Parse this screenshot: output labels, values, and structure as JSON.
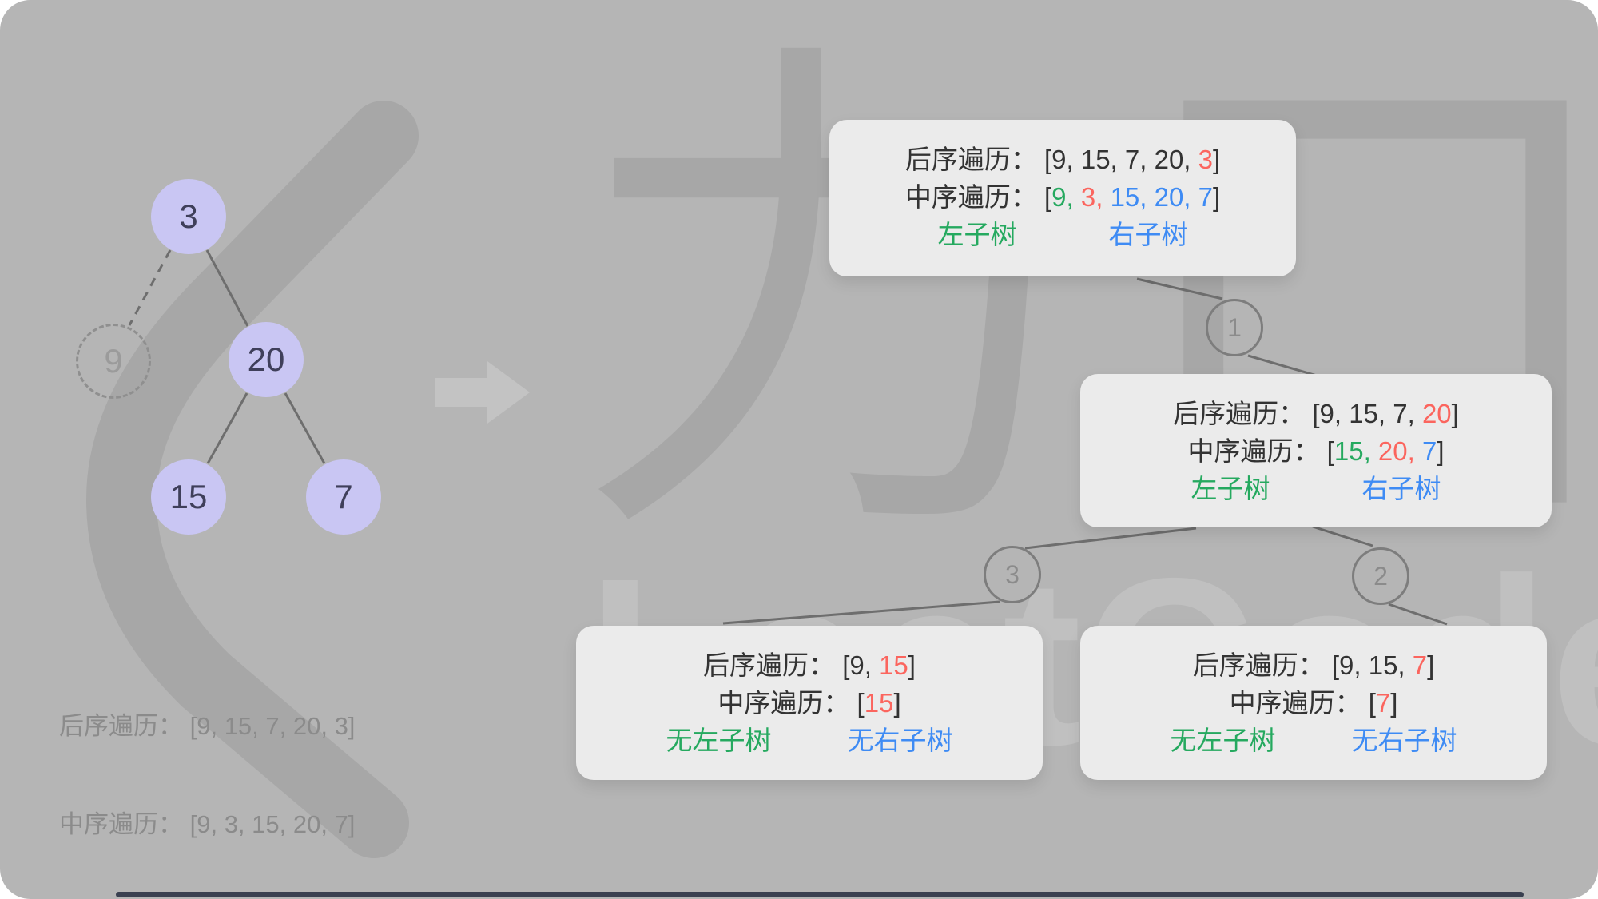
{
  "colors": {
    "bg": "#b5b5b5",
    "cardBg": "#ebebeb",
    "wm": "#a7a7a7",
    "wmLight": "#c0c0c0",
    "arrow": "#c3c3c3",
    "line": "#6e6e6e",
    "circleBorder": "#7d7d7d",
    "nodeFill": "#c9c6f3",
    "nodeText": "#3f3f5a",
    "dashBorder": "#8f8f8f",
    "dashText": "#9b9b9b",
    "gray": "#8b8b8b",
    "black": "#333333",
    "red": "#fb655e",
    "green": "#25a95f",
    "blue": "#3e8bf4",
    "bar": "#3a4050"
  },
  "watermark": {
    "cjk": "力口",
    "latin": "LeetCode"
  },
  "tree": {
    "nodes": [
      {
        "label": "3"
      },
      {
        "label": "9"
      },
      {
        "label": "20"
      },
      {
        "label": "15"
      },
      {
        "label": "7"
      }
    ]
  },
  "left_summary": {
    "postorder": "后序遍历： [9, 15, 7, 20, 3]",
    "inorder": "中序遍历： [9, 3, 15, 20, 7]"
  },
  "cards": [
    {
      "postorder": [
        {
          "t": "后序遍历： [9, 15, 7, 20, ",
          "c": "black"
        },
        {
          "t": "3",
          "c": "red"
        },
        {
          "t": "]",
          "c": "black"
        }
      ],
      "inorder": [
        {
          "t": "中序遍历： [",
          "c": "black"
        },
        {
          "t": "9, ",
          "c": "green"
        },
        {
          "t": "3, ",
          "c": "red"
        },
        {
          "t": "15, 20, 7",
          "c": "blue"
        },
        {
          "t": "]",
          "c": "black"
        }
      ],
      "left_label": "左子树",
      "right_label": "右子树"
    },
    {
      "postorder": [
        {
          "t": "后序遍历： [9, 15, 7, ",
          "c": "black"
        },
        {
          "t": "20",
          "c": "red"
        },
        {
          "t": "]",
          "c": "black"
        }
      ],
      "inorder": [
        {
          "t": "中序遍历： [",
          "c": "black"
        },
        {
          "t": "15, ",
          "c": "green"
        },
        {
          "t": "20, ",
          "c": "red"
        },
        {
          "t": "7",
          "c": "blue"
        },
        {
          "t": "]",
          "c": "black"
        }
      ],
      "left_label": "左子树",
      "right_label": "右子树"
    },
    {
      "postorder": [
        {
          "t": "后序遍历： [9, ",
          "c": "black"
        },
        {
          "t": "15",
          "c": "red"
        },
        {
          "t": "]",
          "c": "black"
        }
      ],
      "inorder": [
        {
          "t": "中序遍历： [",
          "c": "black"
        },
        {
          "t": "15",
          "c": "red"
        },
        {
          "t": "]",
          "c": "black"
        }
      ],
      "left_label": "无左子树",
      "right_label": "无右子树"
    },
    {
      "postorder": [
        {
          "t": "后序遍历： [9, 15, ",
          "c": "black"
        },
        {
          "t": "7",
          "c": "red"
        },
        {
          "t": "]",
          "c": "black"
        }
      ],
      "inorder": [
        {
          "t": "中序遍历： [",
          "c": "black"
        },
        {
          "t": "7",
          "c": "red"
        },
        {
          "t": "]",
          "c": "black"
        }
      ],
      "left_label": "无左子树",
      "right_label": "无右子树"
    }
  ],
  "steps": [
    {
      "label": "1"
    },
    {
      "label": "3"
    },
    {
      "label": "2"
    }
  ]
}
